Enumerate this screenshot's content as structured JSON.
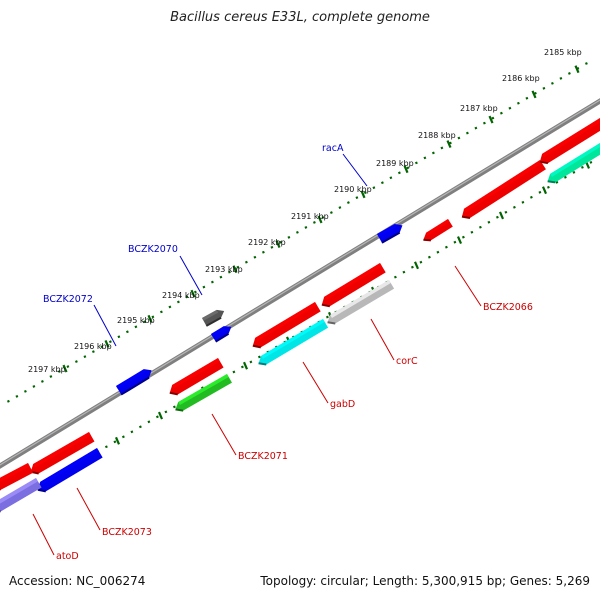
{
  "title": "Bacillus cereus E33L, complete genome",
  "accession": "Accession: NC_006274",
  "summary": "Topology: circular; Length: 5,300,915 bp; Genes: 5,269",
  "colors": {
    "label_plus": "#0000cc",
    "label_minus": "#cc0000",
    "backbone": "#808080",
    "ticks": "#006400"
  },
  "kbp_ticks": [
    "2185 kbp",
    "2186 kbp",
    "2187 kbp",
    "2188 kbp",
    "2189 kbp",
    "2190 kbp",
    "2191 kbp",
    "2192 kbp",
    "2193 kbp",
    "2194 kbp",
    "2195 kbp",
    "2196 kbp",
    "2197 kbp"
  ],
  "gene_labels": [
    {
      "name": "racA",
      "strand": "plus"
    },
    {
      "name": "BCZK2070",
      "strand": "plus"
    },
    {
      "name": "BCZK2072",
      "strand": "plus"
    },
    {
      "name": "BCZK2066",
      "strand": "minus"
    },
    {
      "name": "corC",
      "strand": "minus"
    },
    {
      "name": "gabD",
      "strand": "minus"
    },
    {
      "name": "BCZK2071",
      "strand": "minus"
    },
    {
      "name": "BCZK2073",
      "strand": "minus"
    },
    {
      "name": "atoD",
      "strand": "minus"
    }
  ],
  "genes": [
    {
      "id": "racA",
      "color": "#0000ee"
    },
    {
      "id": "BCZK2070",
      "color": "#0000ee"
    },
    {
      "id": "BCZK2070-grey",
      "color": "#555555"
    },
    {
      "id": "BCZK2072",
      "color": "#0000ee"
    },
    {
      "id": "BCZK2066",
      "color": "#ee0000"
    },
    {
      "id": "BCZK2065",
      "color": "#ee0000"
    },
    {
      "id": "BCZK2065-cog",
      "color": "#00e69a"
    },
    {
      "id": "BCZK2064",
      "color": "#ee0000"
    },
    {
      "id": "BCZK2064-cog",
      "color": "#00e69a"
    },
    {
      "id": "corC",
      "color": "#ee0000"
    },
    {
      "id": "corC-cog",
      "color": "#b8b8b8"
    },
    {
      "id": "gabD",
      "color": "#ee0000"
    },
    {
      "id": "gabD-cog",
      "color": "#00e5e5"
    },
    {
      "id": "BCZK2071",
      "color": "#ee0000"
    },
    {
      "id": "BCZK2071-cog",
      "color": "#22bb22"
    },
    {
      "id": "BCZK2073",
      "color": "#ee0000"
    },
    {
      "id": "BCZK2073-cog",
      "color": "#0000ee"
    },
    {
      "id": "atoD",
      "color": "#ee0000"
    },
    {
      "id": "atoD-cog",
      "color": "#7a6ee0"
    }
  ]
}
